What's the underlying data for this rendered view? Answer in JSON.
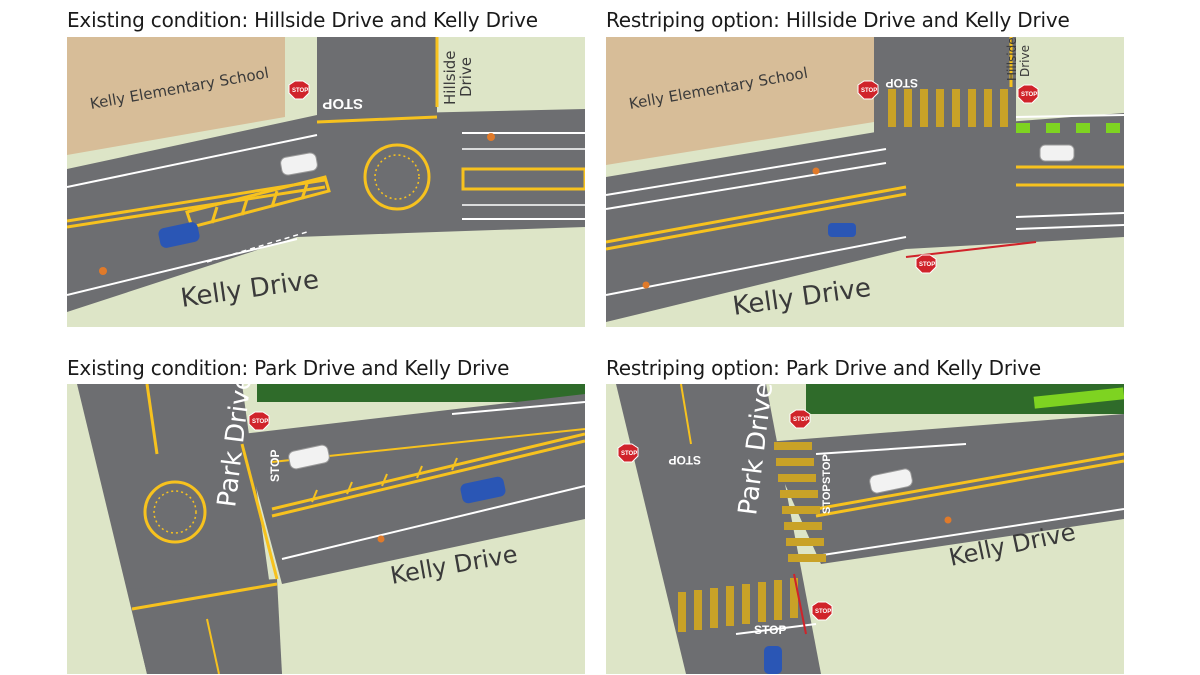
{
  "panels": {
    "p1": {
      "title": "Existing condition: Hillside Drive and Kelly Drive",
      "school": "Kelly Elementary School",
      "street_main": "Kelly Drive",
      "street_side_1": "Hillside",
      "street_side_2": "Drive",
      "stop_sign": "STOP",
      "stop_marking": "STOP"
    },
    "p2": {
      "title": "Restriping option: Hillside Drive and Kelly Drive",
      "school": "Kelly Elementary School",
      "street_main": "Kelly Drive",
      "street_side_1": "Hillside",
      "street_side_2": "Drive",
      "stop_sign": "STOP",
      "stop_marking": "STOP"
    },
    "p3": {
      "title": "Existing condition: Park Drive and Kelly Drive",
      "street_main": "Kelly Drive",
      "street_side": "Park Drive",
      "stop_sign": "STOP",
      "stop_marking": "STOP"
    },
    "p4": {
      "title": "Restriping option: Park Drive and Kelly Drive",
      "street_main": "Kelly Drive",
      "street_side": "Park Drive",
      "stop_sign": "STOP",
      "stop_marking": "STOP"
    }
  },
  "colors": {
    "grass": "#dde5c7",
    "asphalt": "#6d6e71",
    "yellow": "#f7c21e",
    "school_lot": "#d7bd98",
    "bike_lane_green": "#7ed321",
    "stop_red": "#d0232a",
    "car_blue": "#2a56b5",
    "car_white": "#f2f2f2",
    "hedge_green": "#2f6b2a"
  }
}
